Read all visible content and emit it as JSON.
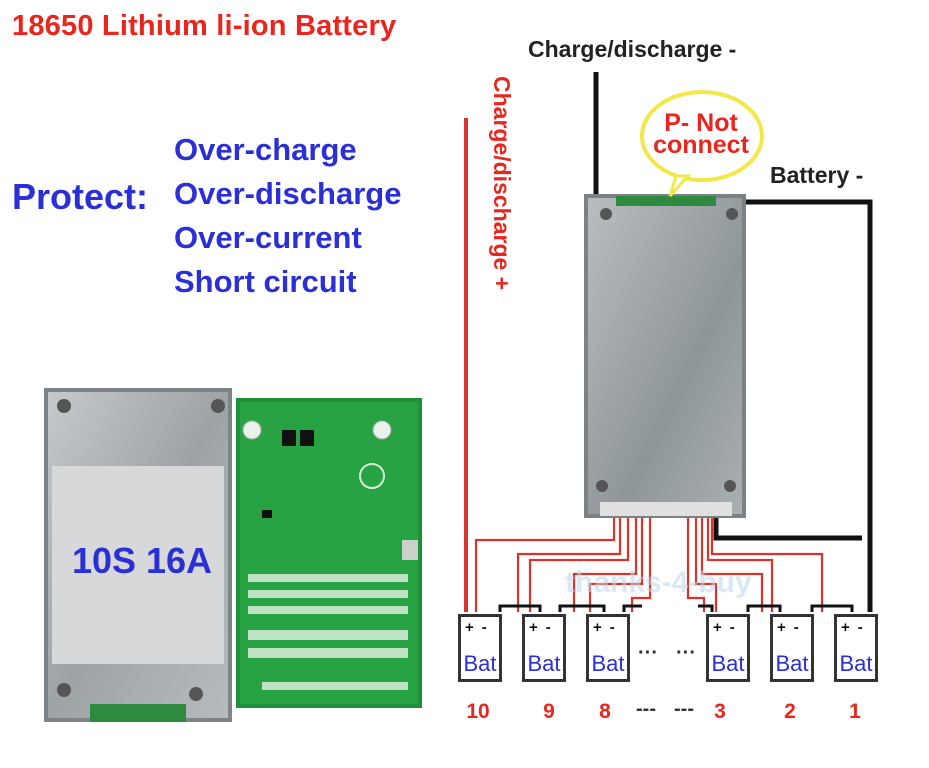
{
  "title": "18650 Lithium li-ion Battery",
  "protect": {
    "label": "Protect:",
    "items": [
      "Over-charge",
      "Over-discharge",
      "Over-current",
      "Short circuit"
    ]
  },
  "module_label": "10S 16A",
  "wiring": {
    "charge_discharge_minus": "Charge/discharge -",
    "charge_discharge_plus": "Charge/discharge +",
    "battery_minus": "Battery -",
    "p_not_connect_line1": "P- Not",
    "p_not_connect_line2": "connect"
  },
  "cells": [
    {
      "label": "Bat",
      "polarity": "+-",
      "number": "10"
    },
    {
      "label": "Bat",
      "polarity": "+-",
      "number": "9"
    },
    {
      "label": "Bat",
      "polarity": "+-",
      "number": "8"
    },
    {
      "label": "Bat",
      "polarity": "+-",
      "number": "3"
    },
    {
      "label": "Bat",
      "polarity": "+-",
      "number": "2"
    },
    {
      "label": "Bat",
      "polarity": "+-",
      "number": "1"
    }
  ],
  "ellipsis": "···",
  "ellipsis_numbers": "---",
  "watermark": "thanks-4-buy",
  "colors": {
    "title_red": "#e8261e",
    "text_blue": "#2a2fd6",
    "wire_red": "#d9342b",
    "wire_black": "#111111",
    "pcb_green": "#1f8f3a",
    "metal": "#a7adb0",
    "bubble": "#f2e84a"
  }
}
